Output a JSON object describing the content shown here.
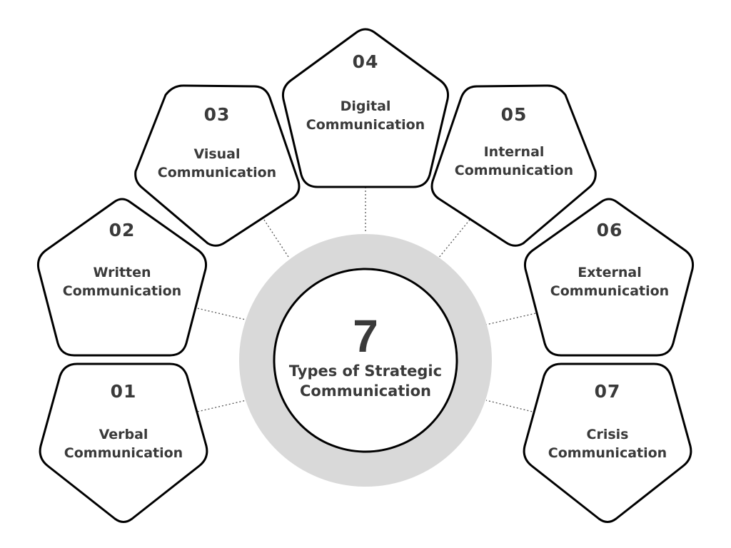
{
  "center": {
    "number": "7",
    "title_line1": "Types of Strategic",
    "title_line2": "Communication"
  },
  "items": [
    {
      "number": "01",
      "title_line1": "Verbal",
      "title_line2": "Communication"
    },
    {
      "number": "02",
      "title_line1": "Written",
      "title_line2": "Communication"
    },
    {
      "number": "03",
      "title_line1": "Visual",
      "title_line2": "Communication"
    },
    {
      "number": "04",
      "title_line1": "Digital",
      "title_line2": "Communication"
    },
    {
      "number": "05",
      "title_line1": "Internal",
      "title_line2": "Communication"
    },
    {
      "number": "06",
      "title_line1": "External",
      "title_line2": "Communication"
    },
    {
      "number": "07",
      "title_line1": "Crisis",
      "title_line2": "Communication"
    }
  ],
  "colors": {
    "outline": "#000000",
    "ring": "#d9d9d9",
    "text": "#3a3a3a"
  }
}
